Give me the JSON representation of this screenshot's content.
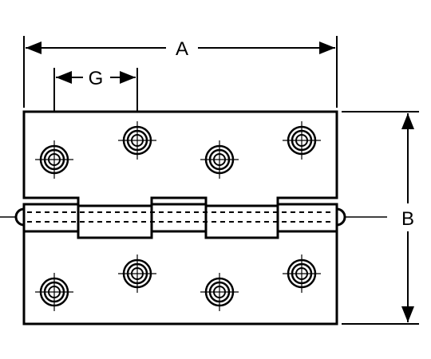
{
  "diagram": {
    "labels": {
      "overall_width": "A",
      "hole_spacing": "G",
      "overall_height": "B"
    },
    "colors": {
      "line": "#000000",
      "background": "#ffffff"
    }
  }
}
